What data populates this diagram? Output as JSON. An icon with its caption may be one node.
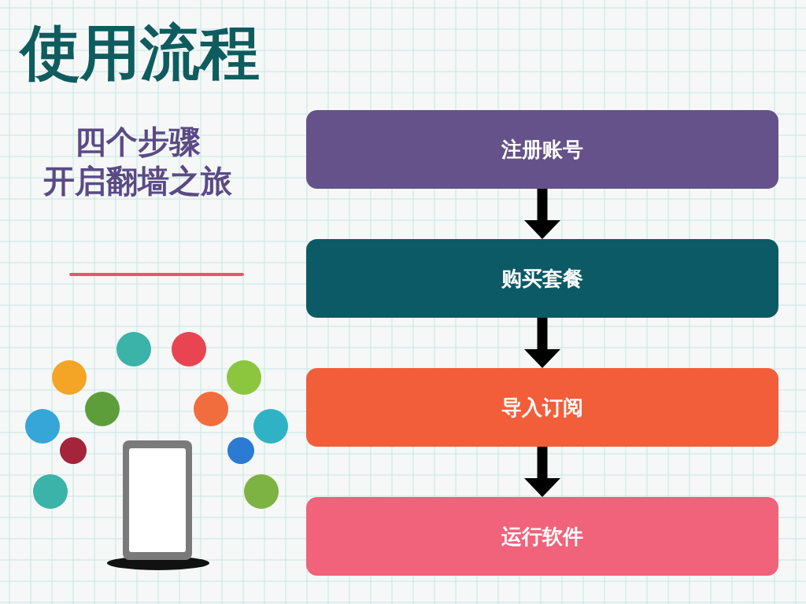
{
  "diagram": {
    "title": "使用流程",
    "nodes": [
      {
        "text": [
          "注册账号"
        ]
      },
      {
        "text": [
          "购买套餐"
        ]
      },
      {
        "text": [
          "导入订阅"
        ]
      },
      {
        "text": [
          "运行软件"
        ]
      }
    ],
    "edges": [
      {
        "from": 0,
        "to": 1,
        "arrow": "to"
      },
      {
        "from": 1,
        "to": 2,
        "arrow": "to"
      },
      {
        "from": 2,
        "to": 3,
        "arrow": "to"
      }
    ],
    "labels": [
      "四个步骤",
      "开启翻墙之旅"
    ]
  }
}
